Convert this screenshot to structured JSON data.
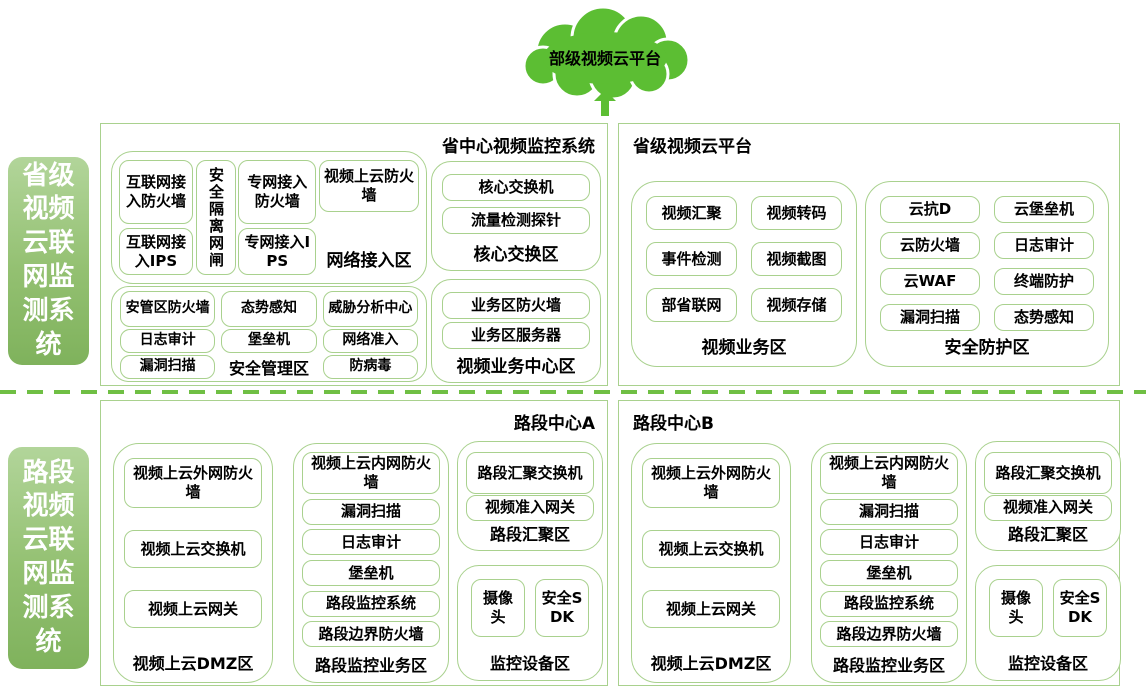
{
  "colors": {
    "cloud_green": "#5CBE33",
    "box_border_green": "#A9D18E",
    "sidebar_green": "#8FBE6D",
    "divider_green": "#6FBF44"
  },
  "cloud": {
    "label": "部级视频云平台"
  },
  "sidebar": {
    "top": "省级视频云联网监测系统",
    "bottom": "路段视频云联网监测系统"
  },
  "province_center": {
    "title": "省中心视频监控系统",
    "network_access_zone": {
      "label": "网络接入区",
      "items": [
        "互联网接入防火墙",
        "互联网接入IPS",
        "安全隔离网闸",
        "专网接入防火墙",
        "专网接入IPS",
        "视频上云防火墙"
      ]
    },
    "security_mgmt_zone": {
      "label": "安全管理区",
      "items": [
        "安管区防火墙",
        "态势感知",
        "威胁分析中心",
        "日志审计",
        "堡垒机",
        "网络准入",
        "漏洞扫描",
        "防病毒"
      ]
    },
    "core_switch_zone": {
      "label": "核心交换区",
      "items": [
        "核心交换机",
        "流量检测探针"
      ]
    },
    "video_center_zone": {
      "label": "视频业务中心区",
      "items": [
        "业务区防火墙",
        "业务区服务器"
      ]
    }
  },
  "province_cloud": {
    "title": "省级视频云平台",
    "video_zone": {
      "label": "视频业务区",
      "items": [
        "视频汇聚",
        "视频转码",
        "事件检测",
        "视频截图",
        "部省联网",
        "视频存储"
      ]
    },
    "security_zone": {
      "label": "安全防护区",
      "items": [
        "云抗D",
        "云堡垒机",
        "云防火墙",
        "日志审计",
        "云WAF",
        "终端防护",
        "漏洞扫描",
        "态势感知"
      ]
    }
  },
  "road_center_a": {
    "title": "路段中心A",
    "dmz_zone": {
      "label": "视频上云DMZ区",
      "items": [
        "视频上云外网防火墙",
        "视频上云交换机",
        "视频上云网关"
      ]
    },
    "monitor_zone": {
      "label": "路段监控业务区",
      "items": [
        "视频上云内网防火墙",
        "漏洞扫描",
        "日志审计",
        "堡垒机",
        "路段监控系统",
        "路段边界防火墙"
      ]
    },
    "aggregation_zone": {
      "label": "路段汇聚区",
      "items": [
        "路段汇聚交换机",
        "视频准入网关"
      ]
    },
    "device_zone": {
      "label": "监控设备区",
      "items": [
        "摄像头",
        "安全SDK"
      ]
    }
  },
  "road_center_b": {
    "title": "路段中心B",
    "dmz_zone": {
      "label": "视频上云DMZ区",
      "items": [
        "视频上云外网防火墙",
        "视频上云交换机",
        "视频上云网关"
      ]
    },
    "monitor_zone": {
      "label": "路段监控业务区",
      "items": [
        "视频上云内网防火墙",
        "漏洞扫描",
        "日志审计",
        "堡垒机",
        "路段监控系统",
        "路段边界防火墙"
      ]
    },
    "aggregation_zone": {
      "label": "路段汇聚区",
      "items": [
        "路段汇聚交换机",
        "视频准入网关"
      ]
    },
    "device_zone": {
      "label": "监控设备区",
      "items": [
        "摄像头",
        "安全SDK"
      ]
    }
  }
}
